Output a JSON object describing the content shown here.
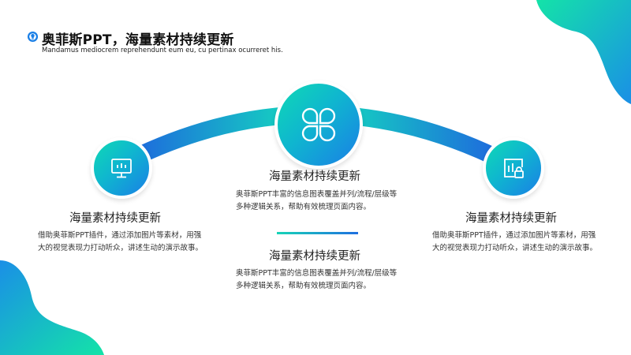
{
  "header": {
    "title": "奥菲斯PPT，海量素材持续更新",
    "subtitle": "Mandamus mediocrem reprehendunt eum eu, cu pertinax ocurreret his.",
    "icon": "lightbulb-icon"
  },
  "colors": {
    "accent_green": "#11e0b0",
    "accent_teal": "#0fb6cf",
    "accent_blue": "#1a7fe6"
  },
  "items": [
    {
      "icon": "monitor-icon",
      "title": "海量素材持续更新",
      "text": "借助奥菲斯PPT插件，通过添加图片等素材，用强大的视觉表现力打动听众，讲述生动的演示故事。"
    },
    {
      "icon": "clover-icon",
      "title": "海量素材持续更新",
      "text": "奥菲斯PPT丰富的信息图表覆盖并列/流程/层级等多种逻辑关系，帮助有效梳理页面内容。"
    },
    {
      "title": "海量素材持续更新",
      "text": "奥菲斯PPT丰富的信息图表覆盖并列/流程/层级等多种逻辑关系，帮助有效梳理页面内容。"
    },
    {
      "icon": "chart-lock-icon",
      "title": "海量素材持续更新",
      "text": "借助奥菲斯PPT插件，通过添加图片等素材，用强大的视觉表现力打动听众，讲述生动的演示故事。"
    }
  ]
}
